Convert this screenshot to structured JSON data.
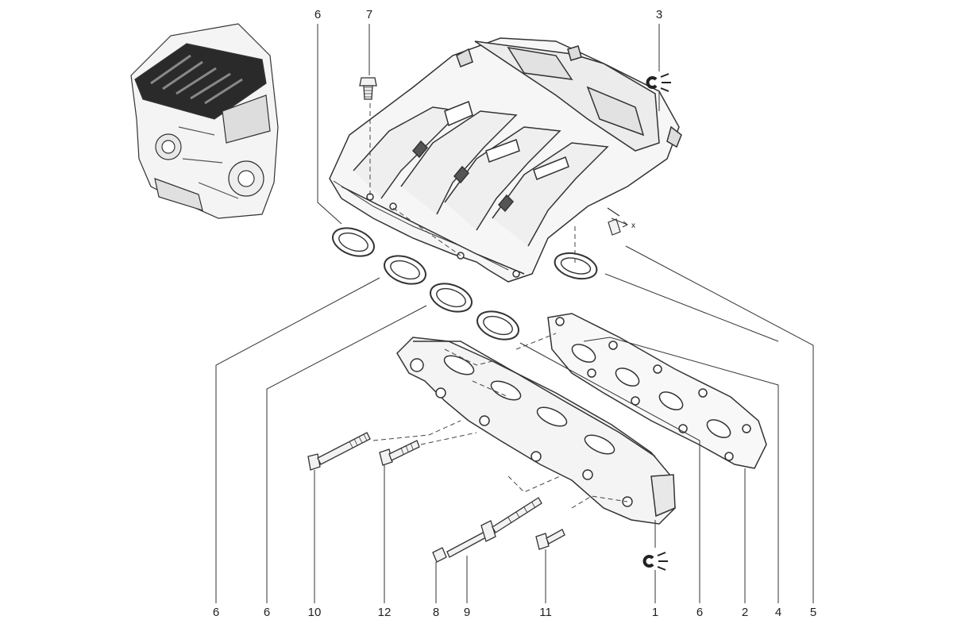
{
  "callouts": {
    "top": [
      {
        "key": "c6a",
        "label": "6"
      },
      {
        "key": "c7",
        "label": "7"
      },
      {
        "key": "c3",
        "label": "3"
      }
    ],
    "bottom": [
      {
        "key": "b6a",
        "label": "6"
      },
      {
        "key": "b6b",
        "label": "6"
      },
      {
        "key": "b10",
        "label": "10"
      },
      {
        "key": "b12",
        "label": "12"
      },
      {
        "key": "b8",
        "label": "8"
      },
      {
        "key": "b9",
        "label": "9"
      },
      {
        "key": "b11",
        "label": "11"
      },
      {
        "key": "b1",
        "label": "1"
      },
      {
        "key": "b6c",
        "label": "6"
      },
      {
        "key": "b2",
        "label": "2"
      },
      {
        "key": "b4",
        "label": "4"
      },
      {
        "key": "b5",
        "label": "5"
      }
    ]
  },
  "marker_x": "x",
  "icons": {
    "torque_top": "torque-wrench-icon",
    "torque_bottom": "torque-wrench-icon"
  },
  "colors": {
    "line": "#333333",
    "fill": "#f2f2f2",
    "engine_dark": "#222222"
  }
}
